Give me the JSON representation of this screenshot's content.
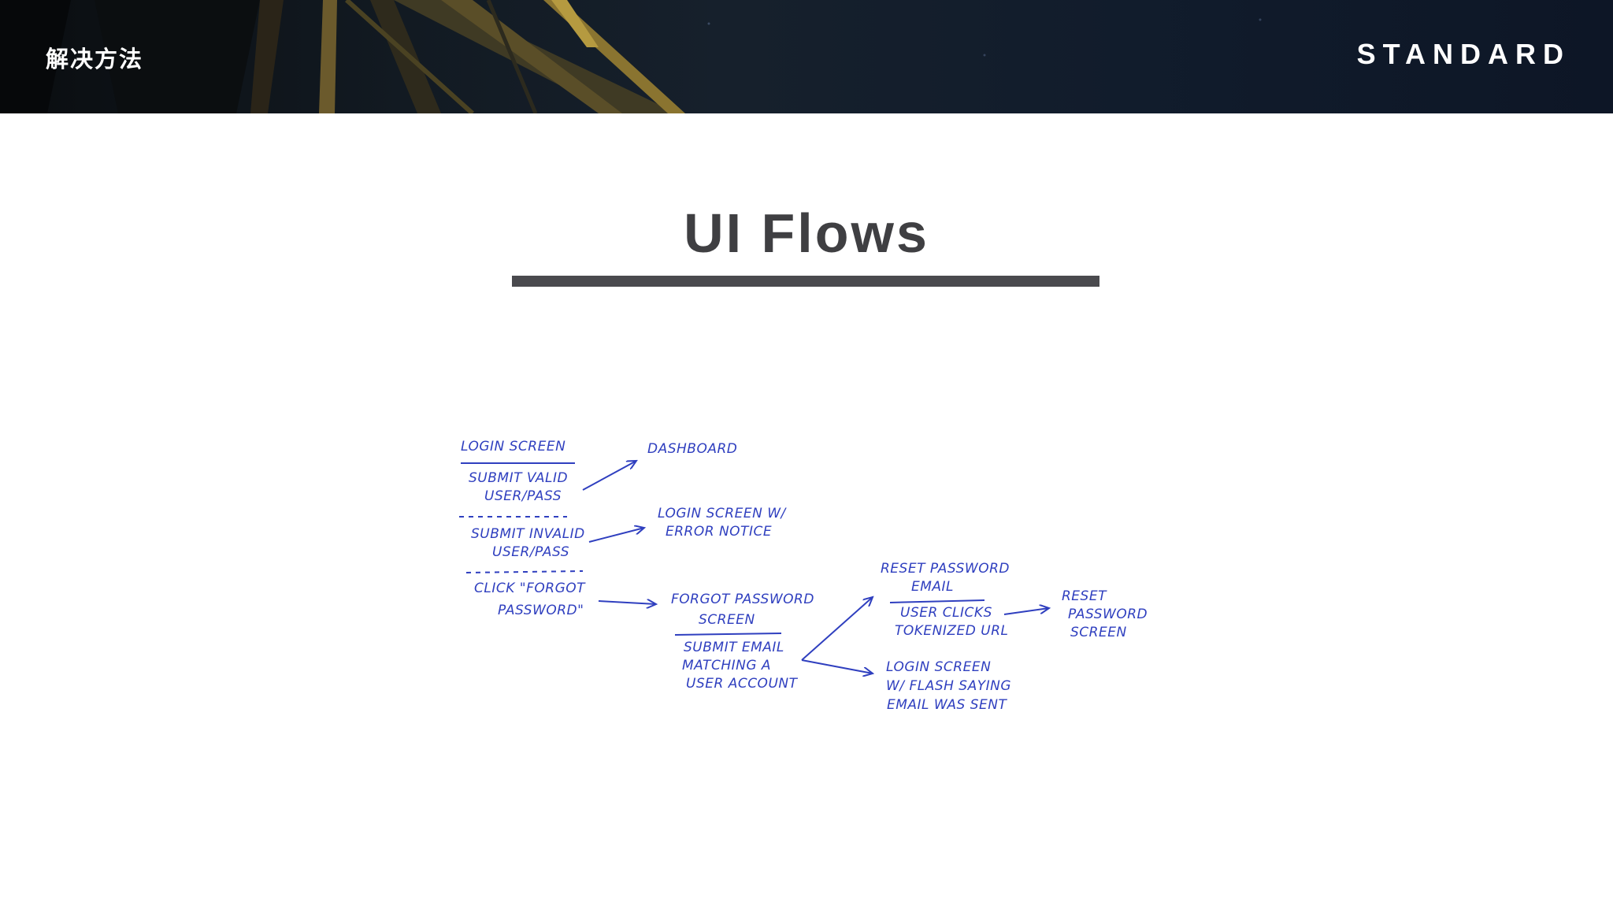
{
  "header": {
    "section_label": "解决方法",
    "brand": "STANDARD"
  },
  "slide": {
    "title": "UI Flows"
  },
  "flow_sketch": {
    "ink_color": "#2f3fbf",
    "login_screen": {
      "title": "LOGIN SCREEN",
      "actions": [
        [
          "SUBMIT VALID",
          "USER/PASS"
        ],
        [
          "SUBMIT INVALID",
          "USER/PASS"
        ],
        [
          "CLICK \"FORGOT",
          "PASSWORD\""
        ]
      ]
    },
    "dashboard": "DASHBOARD",
    "login_error": [
      "LOGIN SCREEN W/",
      "ERROR NOTICE"
    ],
    "forgot_password": {
      "title": [
        "FORGOT PASSWORD",
        "SCREEN"
      ],
      "action": [
        "SUBMIT EMAIL",
        "MATCHING A",
        "USER ACCOUNT"
      ]
    },
    "reset_email": {
      "title": [
        "RESET PASSWORD",
        "EMAIL"
      ],
      "action": [
        "USER CLICKS",
        "TOKENIZED URL"
      ]
    },
    "login_flash": [
      "LOGIN SCREEN",
      "W/ FLASH SAYING",
      "EMAIL WAS SENT"
    ],
    "reset_screen": [
      "RESET",
      "PASSWORD",
      "SCREEN"
    ]
  }
}
